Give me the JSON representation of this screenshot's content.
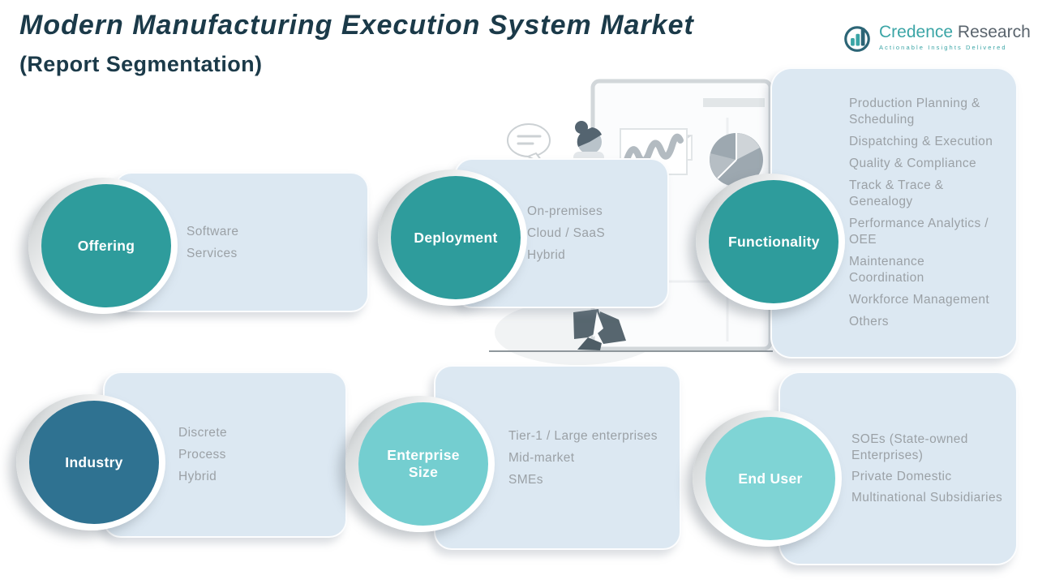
{
  "header": {
    "title": "Modern Manufacturing Execution System Market",
    "subtitle": "(Report Segmentation)"
  },
  "logo": {
    "brand_primary": "Credence",
    "brand_secondary": "Research",
    "tagline": "Actionable Insights Delivered",
    "icon": "bar-chart-circle-icon"
  },
  "colors": {
    "title_text": "#1B3A49",
    "panel_background": "#DCE8F2",
    "item_text": "#9BA1A6",
    "teal_circle": "#2E9C9C",
    "steel_blue_circle": "#2F7291",
    "light_teal_circle": "#74CED0",
    "lighter_teal_circle": "#7FD4D5",
    "logo_teal": "#3BA5A6",
    "logo_gray": "#5A646D"
  },
  "segments": [
    {
      "label": "Offering",
      "circle_color": "#2E9C9C",
      "items": [
        "Software",
        "Services"
      ]
    },
    {
      "label": "Deployment",
      "circle_color": "#2E9C9C",
      "items": [
        "On-premises",
        "Cloud / SaaS",
        "Hybrid"
      ]
    },
    {
      "label": "Functionality",
      "circle_color": "#2E9C9C",
      "items": [
        "Production Planning & Scheduling",
        "Dispatching & Execution",
        "Quality & Compliance",
        "Track & Trace & Genealogy",
        "Performance Analytics / OEE",
        "Maintenance Coordination",
        "Workforce Management",
        "Others"
      ]
    },
    {
      "label": "Industry",
      "circle_color": "#2F7291",
      "items": [
        "Discrete",
        "Process",
        "Hybrid"
      ]
    },
    {
      "label": "Enterprise Size",
      "circle_color": "#74CED0",
      "items": [
        "Tier-1 / Large enterprises",
        "Mid-market",
        "SMEs"
      ]
    },
    {
      "label": "End User",
      "circle_color": "#7FD4D5",
      "items": [
        "SOEs (State-owned Enterprises)",
        "Private Domestic",
        "Multinational Subsidiaries"
      ]
    }
  ]
}
